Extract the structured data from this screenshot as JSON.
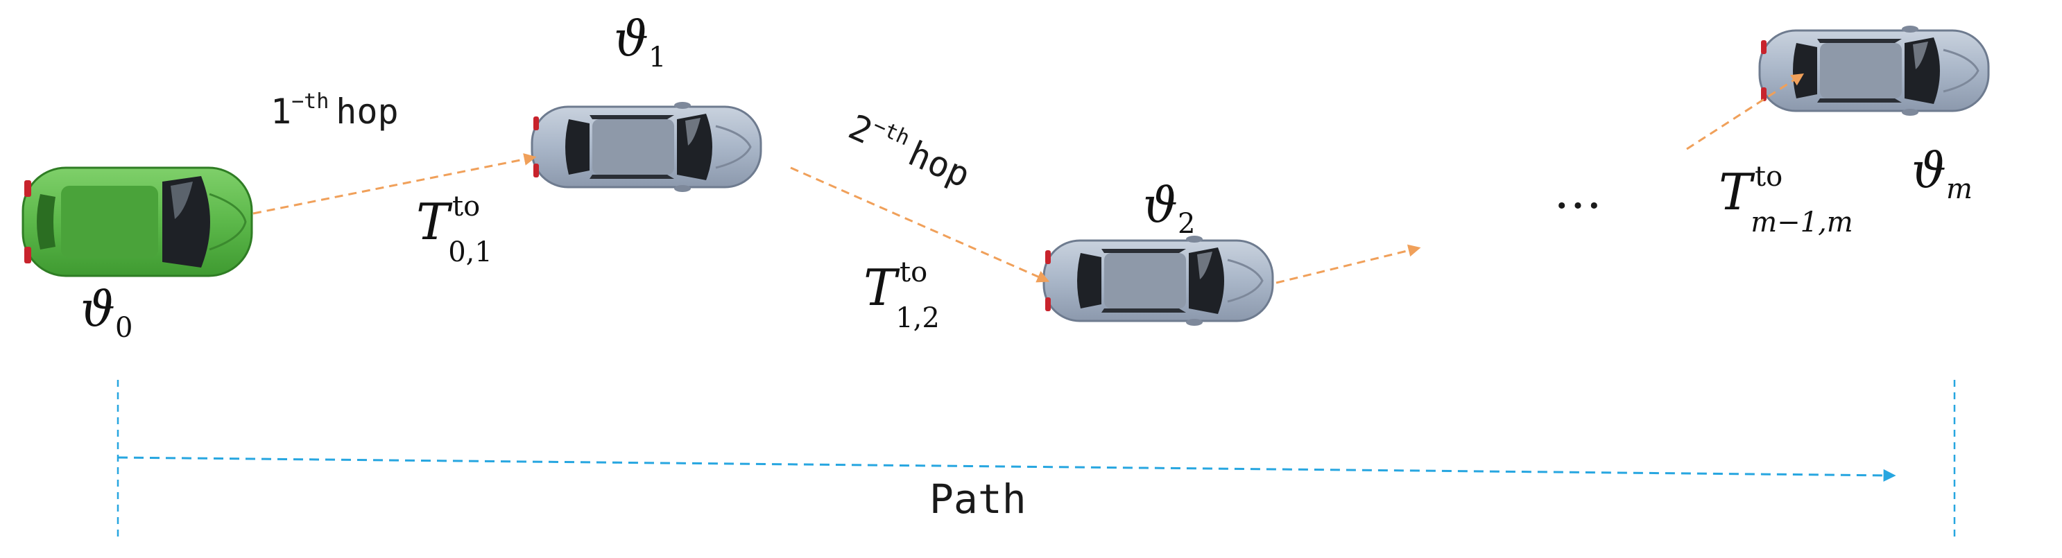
{
  "colors": {
    "source_car": "#5cb84a",
    "relay_car": "#a9b6c8",
    "hop_arrow": "#f0a05a",
    "path_arrow": "#27a6e0",
    "text": "#1a1a1a"
  },
  "vehicles": [
    {
      "id": "v0",
      "symbol": "ϑ",
      "sub": "0",
      "color": "#5cb84a",
      "kind": "source"
    },
    {
      "id": "v1",
      "symbol": "ϑ",
      "sub": "1",
      "color": "#a9b6c8",
      "kind": "relay"
    },
    {
      "id": "v2",
      "symbol": "ϑ",
      "sub": "2",
      "color": "#a9b6c8",
      "kind": "relay"
    },
    {
      "id": "vm",
      "symbol": "ϑ",
      "sub": "m",
      "color": "#a9b6c8",
      "kind": "destination"
    }
  ],
  "hops": [
    {
      "num": "1",
      "sup": "−th",
      "word": "hop"
    },
    {
      "num": "2",
      "sup": "−th",
      "word": "hop"
    }
  ],
  "delays": [
    {
      "base": "T",
      "sup": "to",
      "sub": "0,1"
    },
    {
      "base": "T",
      "sup": "to",
      "sub": "1,2"
    },
    {
      "base": "T",
      "sup": "to",
      "sub": "m−1,m"
    }
  ],
  "ellipsis": "…",
  "path_label": "Path"
}
